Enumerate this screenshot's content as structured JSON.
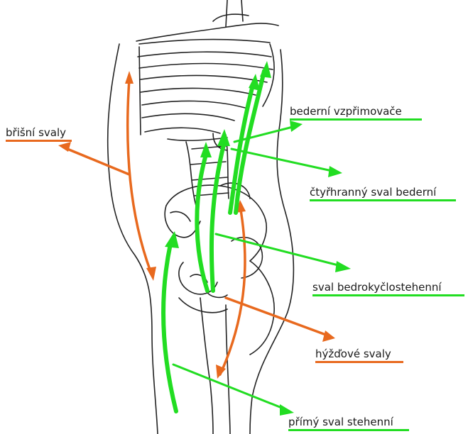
{
  "diagram": {
    "colors": {
      "flexor": "#e8691e",
      "extensor": "#22dd22",
      "line": "#222222"
    },
    "labels": [
      {
        "id": "brisni",
        "text": "břišní svaly",
        "group": "flexor"
      },
      {
        "id": "bederni",
        "text": "bederní vzpřimovače",
        "group": "extensor"
      },
      {
        "id": "ctyrhranny",
        "text": "čtyřhranný sval bederní",
        "group": "extensor"
      },
      {
        "id": "bedrokycl",
        "text": "sval bedrokyčlostehenní",
        "group": "extensor"
      },
      {
        "id": "hyzdove",
        "text": "hýžďové svaly",
        "group": "flexor"
      },
      {
        "id": "primy",
        "text": "přímý sval stehenní",
        "group": "extensor"
      }
    ]
  }
}
